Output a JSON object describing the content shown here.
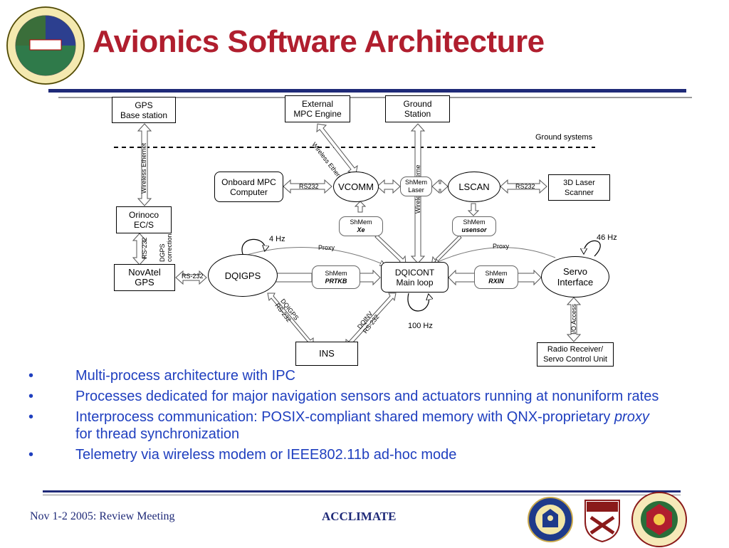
{
  "title": "Avionics Software Architecture",
  "diagram": {
    "gps_base": "GPS\nBase station",
    "external_mpc": "External\nMPC Engine",
    "ground_station": "Ground\nStation",
    "ground_systems": "Ground systems",
    "wireless_ethernet_left": "Wireless Ethernet",
    "wireless_ethernet_diag": "Wireless Ethernet",
    "wireless_ethernet_mid": "Wireless Ethernet",
    "onboard_mpc": "Onboard MPC\nComputer",
    "rs232_a": "RS232",
    "vcomm": "VCOMM",
    "shmem_laser_1": "ShMem",
    "shmem_laser_2": "Laser",
    "lscan": "LSCAN",
    "rs232_b": "RS232",
    "laser_scanner": "3D Laser\nScanner",
    "orinoco": "Orinoco\nEC/S",
    "shmem_xe_1": "ShMem",
    "shmem_xe_2": "Xe",
    "shmem_usensor_1": "ShMem",
    "shmem_usensor_2": "usensor",
    "rs232_c": "RS-232",
    "dgps": "DGPS\ncorrection",
    "hz4": "4 Hz",
    "hz46": "46 Hz",
    "proxy_left": "Proxy",
    "proxy_right": "Proxy",
    "novatel": "NovAtel\nGPS",
    "rs232_d": "RS-232",
    "dqigps": "DQIGPS",
    "shmem_prtkb_1": "ShMem",
    "shmem_prtkb_2": "PRTKB",
    "dqicont": "DQICONT\nMain loop",
    "shmem_rxin_1": "ShMem",
    "shmem_rxin_2": "RXIN",
    "servo": "Servo\nInterface",
    "io_access": "I/O Access",
    "dqigps_rs232": "DQIGPS\nRS-232",
    "dqinv_rs232": "DQINV\nRS-232",
    "hz100": "100 Hz",
    "ins": "INS",
    "radio": "Radio Receiver/\nServo Control Unit"
  },
  "bullets": [
    {
      "marker": "•",
      "text": "Multi-process architecture with IPC"
    },
    {
      "marker": "•",
      "text": "Processes dedicated for major navigation sensors and actuators running at nonuniform rates"
    },
    {
      "marker": "•",
      "text_before": "Interprocess communication: POSIX-compliant shared memory with QNX-proprietary ",
      "text_italic": "proxy",
      "text_after": " for thread synchronization"
    },
    {
      "marker": "•",
      "text": "Telemetry via wireless modem or IEEE802.11b ad-hoc mode"
    }
  ],
  "footer": {
    "date": "Nov 1-2 2005:  Review Meeting",
    "project": "ACCLIMATE"
  },
  "colors": {
    "title": "#b01e2e",
    "rule": "#1f2a78",
    "bullet_text": "#1f3fbf",
    "footer": "#1f2a78"
  },
  "logos": [
    "project-seal-logo",
    "uc-berkeley-seal-logo",
    "upenn-shield-logo",
    "carnegie-mellon-seal-logo"
  ]
}
